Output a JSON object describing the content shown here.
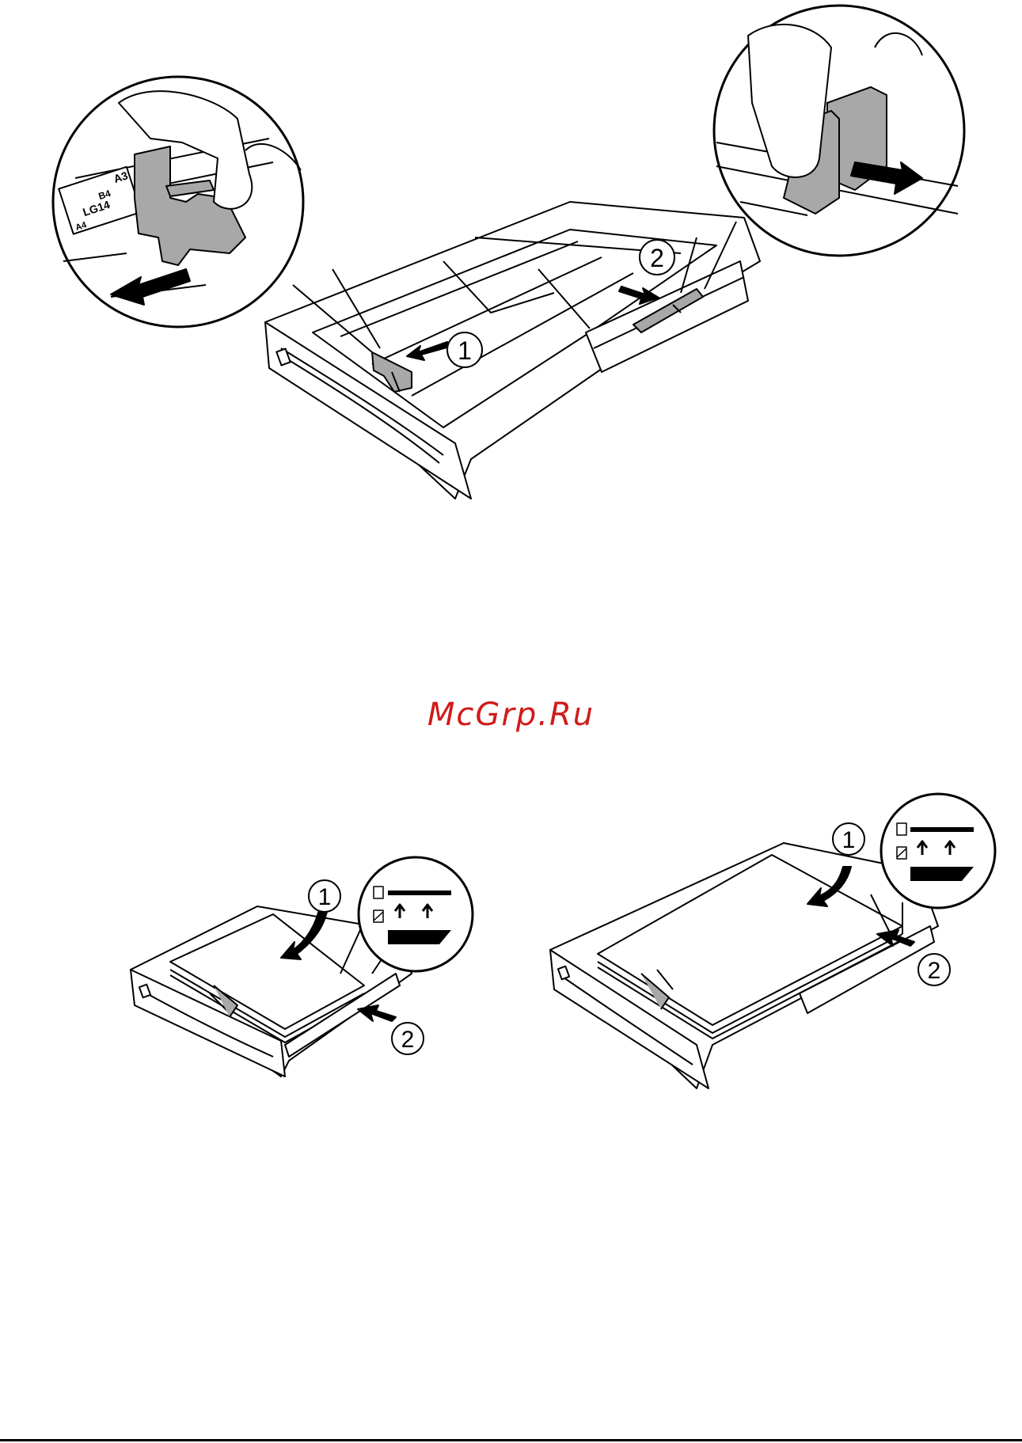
{
  "figure_top": {
    "step_markers": [
      "1",
      "2"
    ],
    "size_labels": [
      "A3",
      "B4",
      "LG14",
      "A4"
    ]
  },
  "figure_bottom_left": {
    "step_markers": [
      "1",
      "2"
    ]
  },
  "figure_bottom_right": {
    "step_markers": [
      "1",
      "2"
    ]
  },
  "watermark": {
    "text": "McGrp.Ru",
    "color": "#d11a1a"
  },
  "colors": {
    "line": "#000000",
    "shade": "#a8a8a8",
    "paper": "#ffffff"
  }
}
